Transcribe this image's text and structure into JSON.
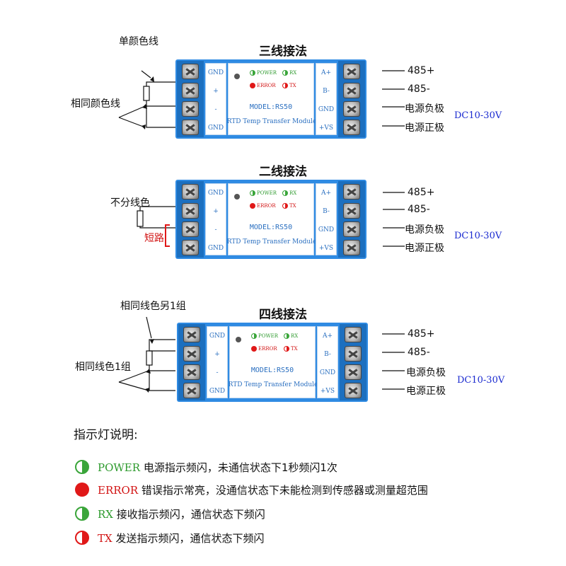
{
  "diagrams": [
    {
      "title": "三线接法",
      "left_notes": [
        "单颜色线",
        "相同颜色线"
      ],
      "left_labels": [
        "GND",
        "+",
        "-",
        "GND"
      ],
      "right_labels": [
        "A+",
        "B-",
        "GND",
        "+VS"
      ],
      "right_notes": [
        "485+",
        "485-",
        "电源负极",
        "电源正极"
      ],
      "led_power": "POWER",
      "led_rx": "RX",
      "led_error": "ERROR",
      "led_tx": "TX",
      "model": "MODEL:RS50",
      "subtitle": "RTD Temp Transfer Module",
      "supply": "DC10-30V"
    },
    {
      "title": "二线接法",
      "left_notes": [
        "不分线色",
        "短路"
      ],
      "left_labels": [
        "GND",
        "+",
        "-",
        "GND"
      ],
      "right_labels": [
        "A+",
        "B-",
        "GND",
        "+VS"
      ],
      "right_notes": [
        "485+",
        "485-",
        "电源负极",
        "电源正极"
      ],
      "led_power": "POWER",
      "led_rx": "RX",
      "led_error": "ERROR",
      "led_tx": "TX",
      "model": "MODEL:RS50",
      "subtitle": "RTD Temp Transfer Module",
      "supply": "DC10-30V"
    },
    {
      "title": "四线接法",
      "left_notes": [
        "相同线色另1组",
        "相同线色1组"
      ],
      "left_labels": [
        "GND",
        "+",
        "-",
        "GND"
      ],
      "right_labels": [
        "A+",
        "B-",
        "GND",
        "+VS"
      ],
      "right_notes": [
        "485+",
        "485-",
        "电源负极",
        "电源正极"
      ],
      "led_power": "POWER",
      "led_rx": "RX",
      "led_error": "ERROR",
      "led_tx": "TX",
      "model": "MODEL:RS50",
      "subtitle": "RTD Temp Transfer Module",
      "supply": "DC10-30V"
    }
  ],
  "legend": {
    "heading": "指示灯说明:",
    "items": [
      {
        "code": "POWER",
        "text": "电源指示频闪，未通信状态下1秒频闪1次",
        "icon": "half-green-led-icon"
      },
      {
        "code": "ERROR",
        "text": "错误指示常亮，没通信状态下未能检测到传感器或测量超范围",
        "icon": "red-led-icon"
      },
      {
        "code": "RX",
        "text": "接收指示频闪，通信状态下频闪",
        "icon": "half-green-led-icon"
      },
      {
        "code": "TX",
        "text": "发送指示频闪，通信状态下频闪",
        "icon": "half-red-led-icon"
      }
    ]
  },
  "colors": {
    "module_blue": "#2f8be3",
    "label_blue": "#2a6fc0",
    "led_green": "#3aa53a",
    "led_red": "#e01818",
    "supply_blue": "#1a2ad0"
  }
}
